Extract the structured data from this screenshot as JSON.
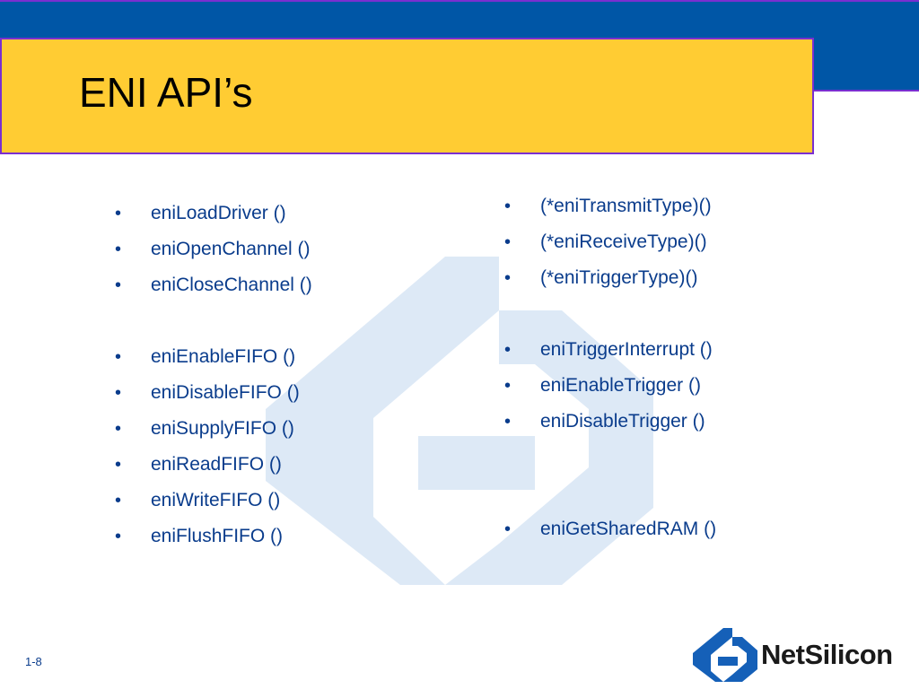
{
  "slide": {
    "title": "ENI API’s",
    "slide_number": "1-8",
    "logo_text": "NetSilicon"
  },
  "left_column": [
    "eniLoadDriver ()",
    "eniOpenChannel ()",
    "eniCloseChannel ()",
    "eniEnableFIFO ()",
    "eniDisableFIFO ()",
    "eniSupplyFIFO ()",
    "eniReadFIFO ()",
    "eniWriteFIFO ()",
    "eniFlushFIFO ()"
  ],
  "right_column": [
    "(*eniTransmitType)()",
    "(*eniReceiveType)()",
    "(*eniTriggerType)()",
    "eniTriggerInterrupt ()",
    "eniEnableTrigger ()",
    "eniDisableTrigger ()",
    "eniGetSharedRAM ()"
  ],
  "colors": {
    "header_blue": "#0056a6",
    "title_yellow": "#ffcc33",
    "border_purple": "#7a2fd0",
    "text_blue": "#0a3c8c"
  },
  "icons": {
    "watermark": "netsilicon-logo-watermark-icon",
    "logo": "netsilicon-logo-icon"
  }
}
